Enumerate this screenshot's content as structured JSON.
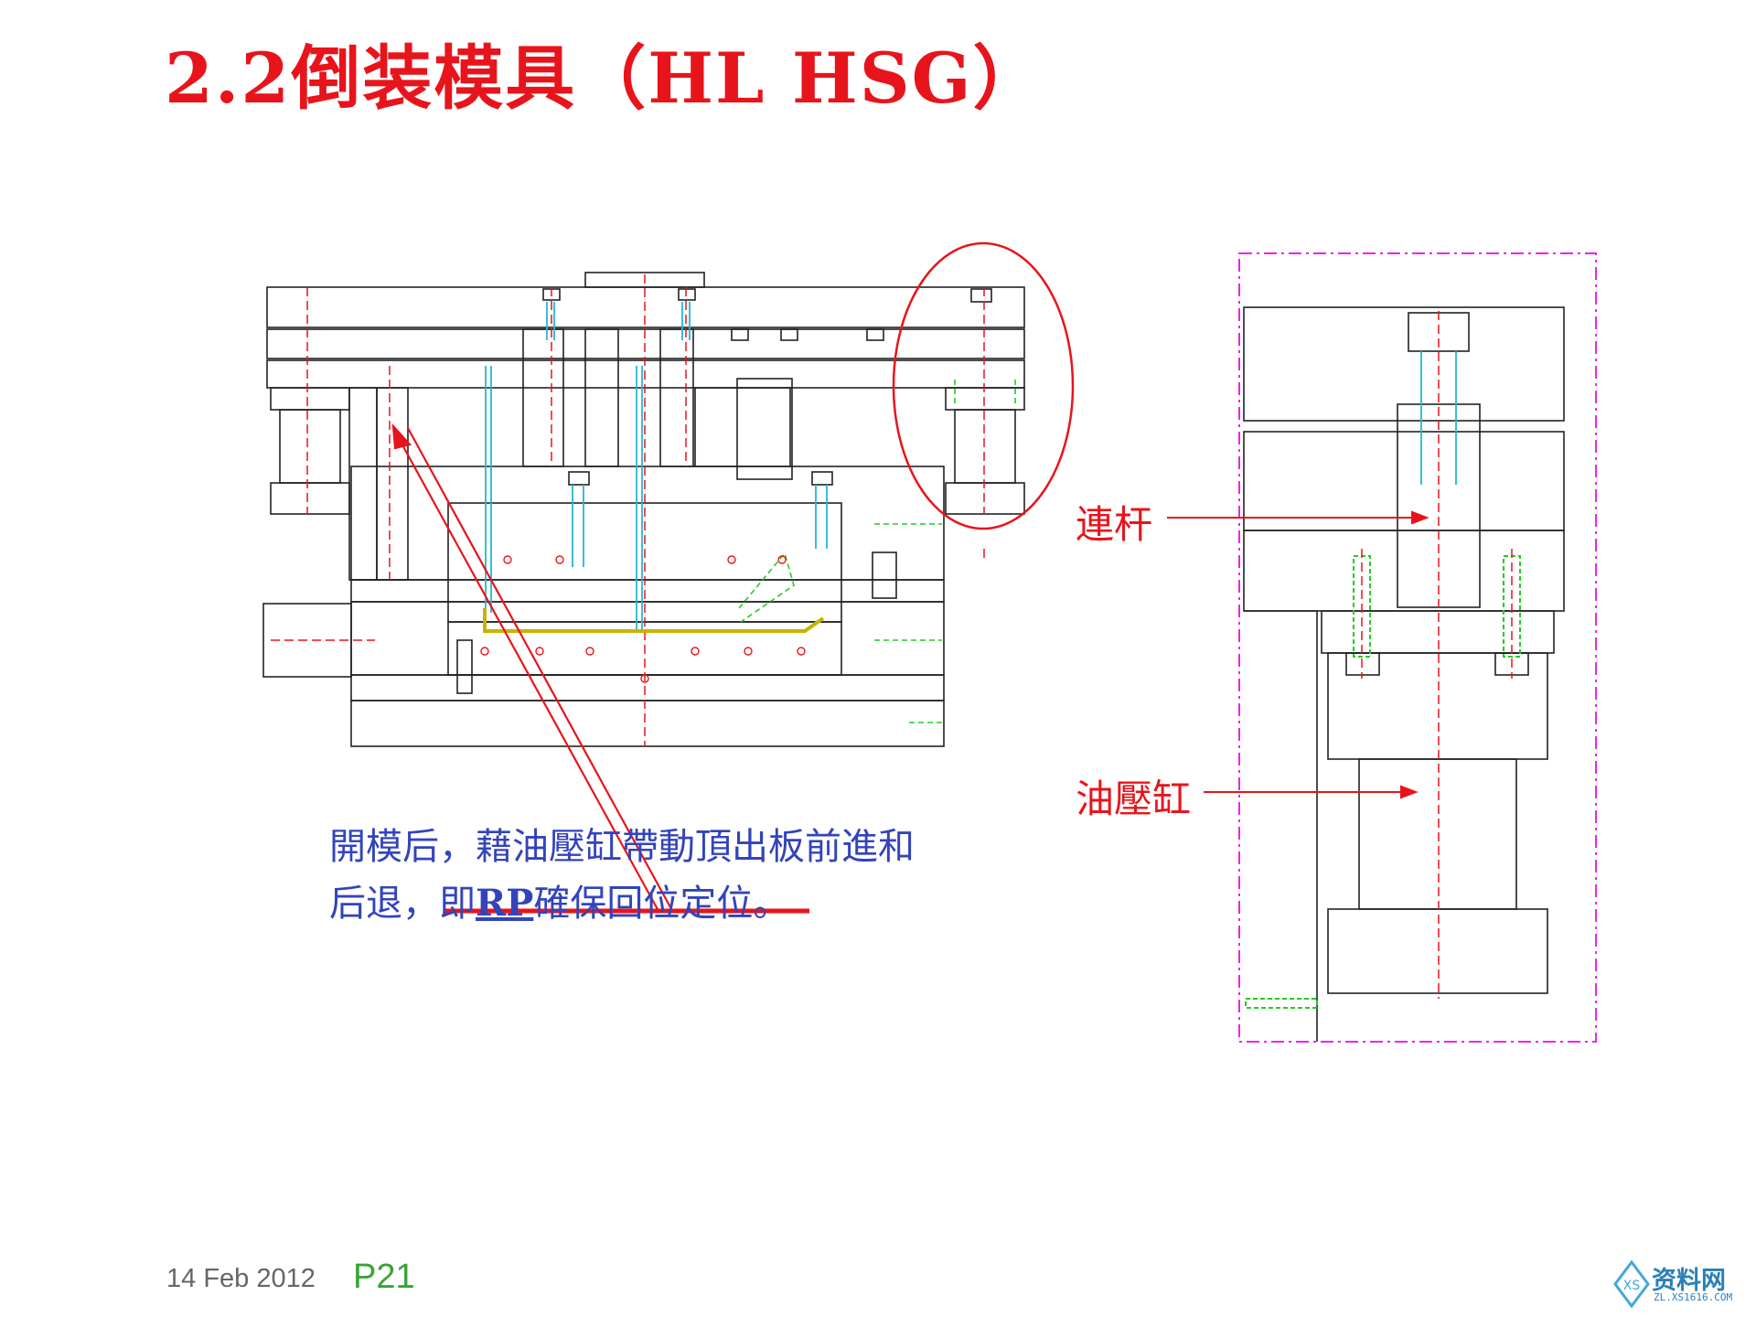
{
  "title": "2.2倒装模具（HL HSG）",
  "note": {
    "line1": "開模后，藉油壓缸帶動頂出板前進和",
    "line2_prefix": "后退，即",
    "line2_highlight": "RP",
    "line2_suffix": "確保回位定位。"
  },
  "labels": {
    "link_rod": "連杆",
    "hydraulic_cylinder": "油壓缸"
  },
  "footer": {
    "date": "14 Feb 2012",
    "page": "P21"
  },
  "watermark": {
    "text": "资料网",
    "sub": "ZL.XS1616.COM"
  },
  "colors": {
    "title": "#e8141b",
    "note": "#3344bb",
    "annotation": "#e8141b",
    "drawing_line": "#222222",
    "center_line": "#e8141b",
    "cyan": "#22b8d8",
    "green": "#22cc22",
    "magenta": "#ee22ee",
    "footer_date": "#666666",
    "footer_page": "#3aa335"
  }
}
